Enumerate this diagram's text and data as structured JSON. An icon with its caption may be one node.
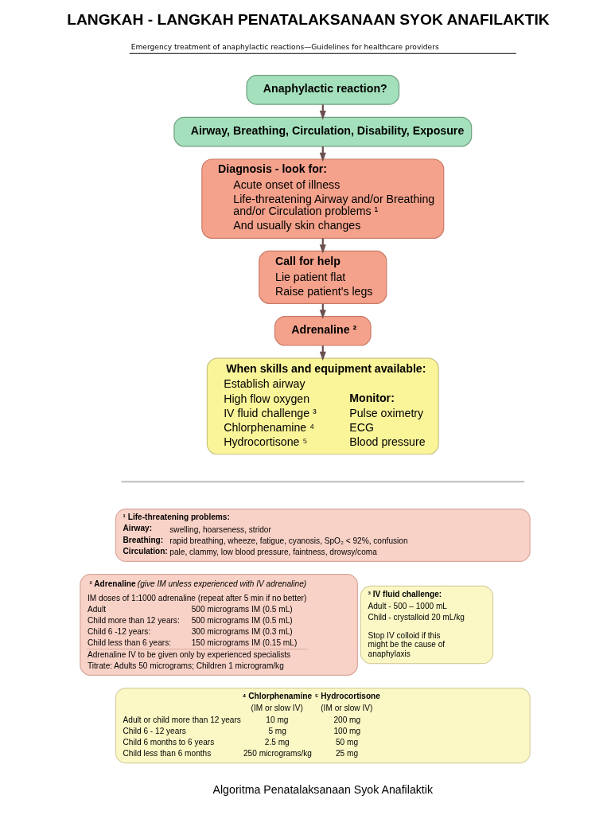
{
  "diagram": {
    "title": "LANGKAH - LANGKAH PENATALAKSANAAN SYOK ANAFILAKTIK",
    "caption": "Algoritma Penatalaksanaan Syok Anafilaktik",
    "labels": [
      "Emergency treatment of anaphylactic reactions—Guidelines for healthcare providers"
    ],
    "nodes": [
      {
        "text": [
          "Anaphylactic reaction?"
        ]
      },
      {
        "text": [
          "Airway, Breathing, Circulation, Disability, Exposure"
        ]
      },
      {
        "text": [
          "Diagnosis - look for:",
          "Acute onset of illness",
          "Life-threatening Airway and/or Breathing and/or Circulation problems ¹",
          "And usually skin changes"
        ]
      },
      {
        "text": [
          "Call for help",
          "Lie patient flat",
          "Raise patient's legs"
        ]
      },
      {
        "text": [
          "Adrenaline ²"
        ]
      },
      {
        "text": [
          "When skills and equipment available:",
          "Establish airway",
          "High flow oxygen",
          "IV fluid challenge ³",
          "Chlorphenamine ⁴",
          "Hydrocortisone ⁵",
          "Monitor:",
          "Pulse oximetry",
          "ECG",
          "Blood pressure"
        ]
      },
      {
        "text": [
          "¹ Life-threatening problems:",
          "Airway:",
          "swelling, hoarseness, stridor",
          "Breathing:",
          "rapid breathing, wheeze, fatigue, cyanosis, SpO₂ < 92%, confusion",
          "Circulation:",
          "pale, clammy, low blood pressure, faintness, drowsy/coma"
        ]
      },
      {
        "text": [
          "² Adrenaline",
          "(give IM unless experienced with IV adrenaline)",
          "IM doses of 1:1000 adrenaline (repeat after 5 min if no better)",
          "Adult",
          "500 micrograms IM (0.5 mL)",
          "Child more than 12 years:",
          "500 micrograms IM (0.5 mL)",
          "Child 6 -12 years:",
          "300 micrograms IM (0.3 mL)",
          "Child less than 6 years:",
          "150 micrograms IM (0.15 mL)",
          "Adrenaline IV to be given only by experienced specialists",
          "Titrate: Adults 50 micrograms; Children 1 microgram/kg"
        ]
      },
      {
        "text": [
          "³ IV fluid challenge:",
          "Adult - 500 – 1000 mL",
          "Child - crystalloid 20 mL/kg",
          "Stop IV colloid if this might be the cause of anaphylaxis"
        ]
      },
      {
        "text": [
          "⁴ Chlorphenamine",
          "⁵ Hydrocortisone",
          "(IM or slow IV)",
          "(IM or slow IV)",
          "Adult or child more than 12 years",
          "10 mg",
          "200 mg",
          "Child 6 - 12 years",
          "5 mg",
          "100 mg",
          "Child 6 months to 6 years",
          "2.5 mg",
          "50 mg",
          "Child less than 6 months",
          "250 micrograms/kg",
          "25 mg"
        ]
      }
    ],
    "edges": [
      {
        "from": 0,
        "to": 1,
        "arrow": "to"
      },
      {
        "from": 1,
        "to": 2,
        "arrow": "to"
      },
      {
        "from": 2,
        "to": 3,
        "arrow": "to"
      },
      {
        "from": 3,
        "to": 4,
        "arrow": "to"
      },
      {
        "from": 4,
        "to": 5,
        "arrow": "to"
      }
    ]
  }
}
